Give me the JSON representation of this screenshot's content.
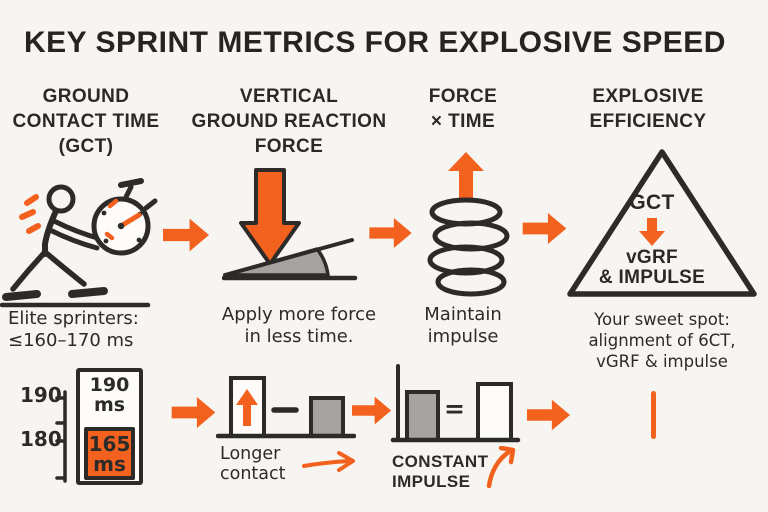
{
  "title": "KEY SPRINT METRICS FOR EXPLOSIVE SPEED",
  "colors": {
    "accent": "#f2611d",
    "ink": "#2d2b29",
    "paper": "#f7f5f1",
    "gray_fill": "#a5a3a0"
  },
  "columns": {
    "gct": {
      "heading": [
        "GROUND",
        "CONTACT TIME",
        "(GCT)"
      ],
      "caption": [
        "Elite sprinters:",
        "≤160–170 ms"
      ],
      "icon": "runner-with-stopwatch-icon"
    },
    "vgrf": {
      "heading": [
        "VERTICAL",
        "GROUND REACTION",
        "FORCE"
      ],
      "caption": [
        "Apply more force",
        "in less time."
      ],
      "icon": "down-arrow-on-ramp-icon"
    },
    "force_time": {
      "heading": [
        "FORCE",
        "× TIME"
      ],
      "caption": [
        "Maintain",
        "impulse"
      ],
      "icon": "spring-up-arrow-icon"
    },
    "efficiency": {
      "heading": [
        "EXPLOSIVE",
        "EFFICIENCY"
      ],
      "caption": [
        "Your sweet spot:",
        "alignment of 6CT,",
        "vGRF & impulse"
      ],
      "icon": "triangle-icon"
    }
  },
  "triangle_labels": {
    "top": "GCT",
    "mid": "vGRF",
    "bottom": "& IMPULSE"
  },
  "gct_chart": {
    "axis_tick_top": "190",
    "axis_tick_bottom": "180",
    "outer_bar_value": "190",
    "outer_bar_unit": "ms",
    "inner_bar_value": "165",
    "inner_bar_unit": "ms"
  },
  "longer_contact": {
    "caption": [
      "Longer",
      "contact"
    ]
  },
  "constant_impulse": {
    "caption": [
      "CONSTANT",
      "IMPULSE"
    ],
    "equals": "="
  }
}
